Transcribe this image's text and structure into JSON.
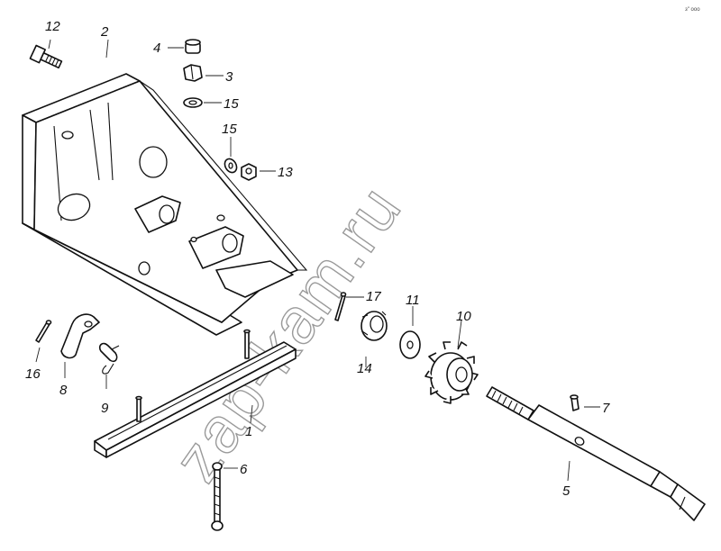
{
  "watermark": "zap-kam.ru",
  "corner_mark": "з\" ооо",
  "callouts": {
    "c1": "1",
    "c2": "2",
    "c3": "3",
    "c4": "4",
    "c5": "5",
    "c6": "6",
    "c7": "7",
    "c8": "8",
    "c9": "9",
    "c10": "10",
    "c11": "11",
    "c12": "12",
    "c13": "13",
    "c14": "14",
    "c15a": "15",
    "c15b": "15",
    "c16": "16",
    "c17": "17"
  }
}
